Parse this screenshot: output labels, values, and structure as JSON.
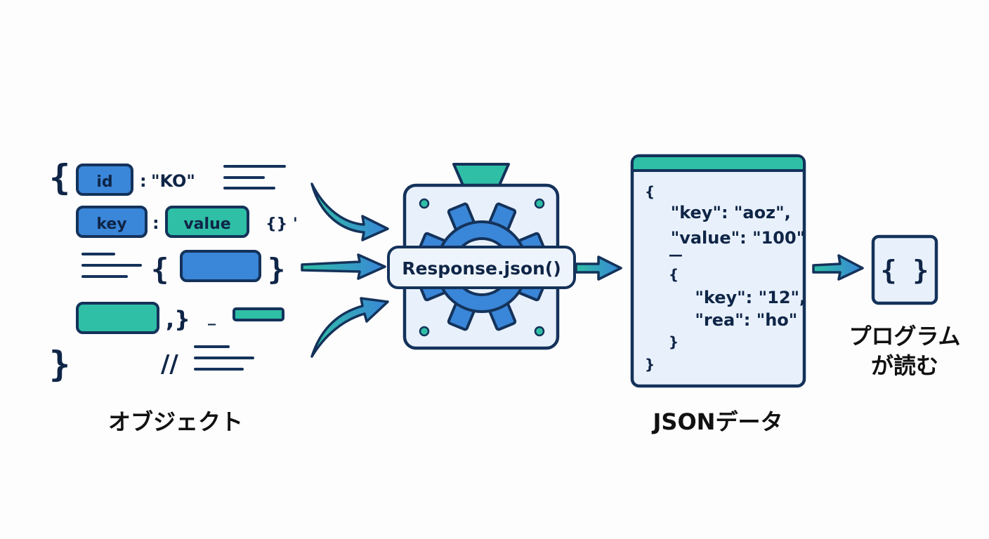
{
  "colors": {
    "navy": "#14325a",
    "blue": "#3a86d8",
    "teal": "#2fbfa6",
    "panel": "#e8f1fb",
    "background": "#fdfdfd"
  },
  "object_panel": {
    "open_brace": "{",
    "close_brace": "}",
    "row1_key": "id",
    "row1_colon": ":",
    "row1_value": "\"KO\"",
    "row2_key": "key",
    "row2_colon": ":",
    "row2_value": "value",
    "row2_extra": "{} '",
    "row3_open": "{",
    "row3_close": "}",
    "row4_suffix": ",}",
    "row4_dash": "_",
    "comment_mark": "//",
    "caption": "オブジェクト"
  },
  "converter": {
    "method_label": "Response.json()",
    "icon": "gear-icon"
  },
  "json_panel": {
    "caption": "JSONデータ",
    "lines": [
      "{",
      "  \"key\": \"aoz\",",
      "  \"value\": \"100\"",
      "  —",
      "  {",
      "    \"key\": \"12\",",
      "    \"rea\": \"ho\"",
      "  }",
      "}"
    ]
  },
  "program": {
    "icon_text": "{ }",
    "caption_line1": "プログラム",
    "caption_line2": "が読む"
  }
}
